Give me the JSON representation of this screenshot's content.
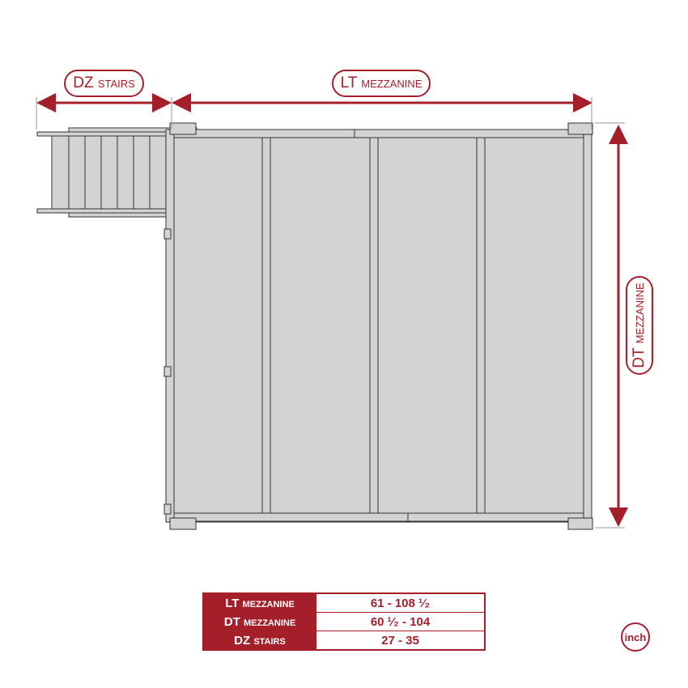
{
  "dimensions": {
    "dz_stairs_label": "DZ stairs",
    "lt_mezzanine_label": "LT mezzanine",
    "dt_mezzanine_label": "DT mezzanine"
  },
  "table": {
    "rows": [
      {
        "label": "LT mezzanine",
        "value": "61 - 108 ¹⁄₂"
      },
      {
        "label": "DT mezzanine",
        "value": "60 ¹⁄₂ - 104"
      },
      {
        "label": "DZ stairs",
        "value": "27 - 35"
      }
    ]
  },
  "unit": "inch",
  "colors": {
    "accent": "#a51f2a",
    "panel": "#d3d3d3"
  }
}
